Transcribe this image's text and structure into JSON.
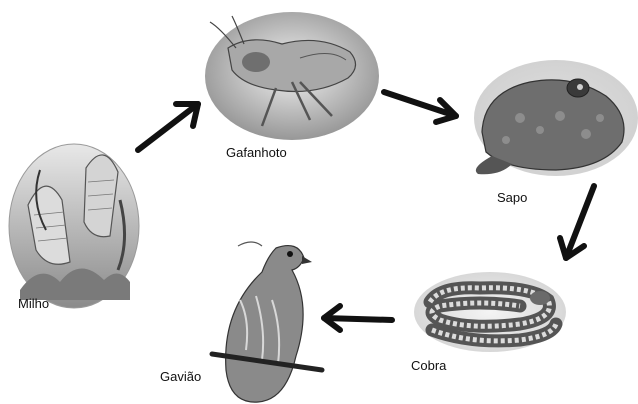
{
  "food_chain": {
    "organisms": [
      {
        "label": "Milho",
        "icon": "corn-illustration"
      },
      {
        "label": "Gafanhoto",
        "icon": "grasshopper-illustration"
      },
      {
        "label": "Sapo",
        "icon": "toad-illustration"
      },
      {
        "label": "Cobra",
        "icon": "snake-illustration"
      },
      {
        "label": "Gavião",
        "icon": "hawk-illustration"
      }
    ],
    "arrow_color": "#111111"
  }
}
